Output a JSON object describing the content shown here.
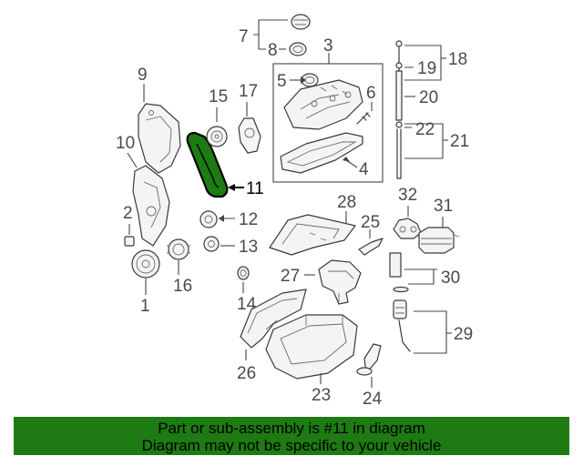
{
  "diagram": {
    "labels": {
      "p1": "1",
      "p2": "2",
      "p3": "3",
      "p4": "4",
      "p5": "5",
      "p6": "6",
      "p7": "7",
      "p8": "8",
      "p9": "9",
      "p10": "10",
      "p11": "11",
      "p12": "12",
      "p13": "13",
      "p14": "14",
      "p15": "15",
      "p16": "16",
      "p17": "17",
      "p18": "18",
      "p19": "19",
      "p20": "20",
      "p21": "21",
      "p22": "22",
      "p23": "23",
      "p24": "24",
      "p25": "25",
      "p26": "26",
      "p27": "27",
      "p28": "28",
      "p29": "29",
      "p30": "30",
      "p31": "31",
      "p32": "32"
    },
    "highlight_part": "11",
    "highlight_color": "#1e7a12"
  },
  "footer": {
    "line1": "Part or sub-assembly is #11 in diagram",
    "line2": "Diagram may not be specific to your vehicle",
    "background": "#1e7a12"
  }
}
